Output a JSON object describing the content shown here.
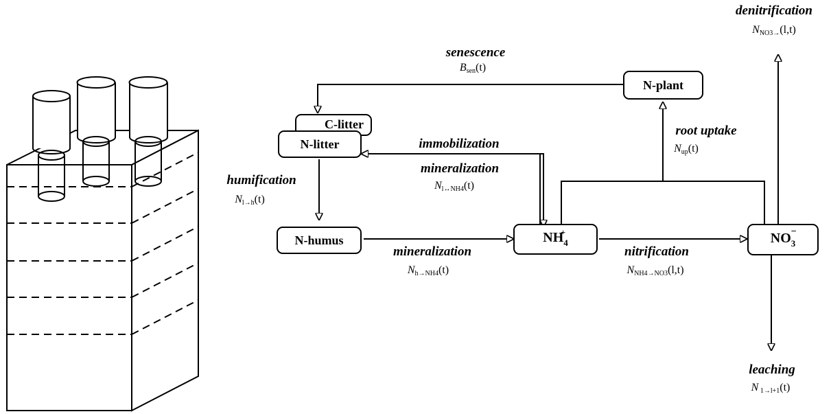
{
  "nodes": {
    "c_litter": "C-litter",
    "n_litter": "N-litter",
    "n_humus": "N-humus",
    "n_plant": "N-plant",
    "nh4": {
      "base": "NH",
      "sub": "4",
      "sup": "+"
    },
    "no3": {
      "base": "NO",
      "sub": "3",
      "sup": "−"
    }
  },
  "processes": {
    "senescence": {
      "label": "senescence",
      "var": "B",
      "sub": "sen",
      "args": "(t)"
    },
    "denitrification": {
      "label": "denitrification",
      "var": "N",
      "sub": "NO3→",
      "args": "(l,t)"
    },
    "root_uptake": {
      "label": "root uptake",
      "var": "N",
      "sub": "up",
      "args": "(t)"
    },
    "immobilization": {
      "label": "immobilization"
    },
    "mineralization_litter": {
      "label": "mineralization",
      "var": "N",
      "sub": "l↔NH4",
      "args": "(t)"
    },
    "humification": {
      "label": "humification",
      "var": "N",
      "sub": "l→h",
      "args": "(t)"
    },
    "mineralization_humus": {
      "label": "mineralization",
      "var": "N",
      "sub": "h→NH4",
      "args": "(t)"
    },
    "nitrification": {
      "label": "nitrification",
      "var": "N",
      "sub": "NH4→NO3",
      "args": "(l,t)"
    },
    "leaching": {
      "label": "leaching",
      "var": "N",
      "sub": " 1→l+1",
      "args": "(t)"
    }
  }
}
